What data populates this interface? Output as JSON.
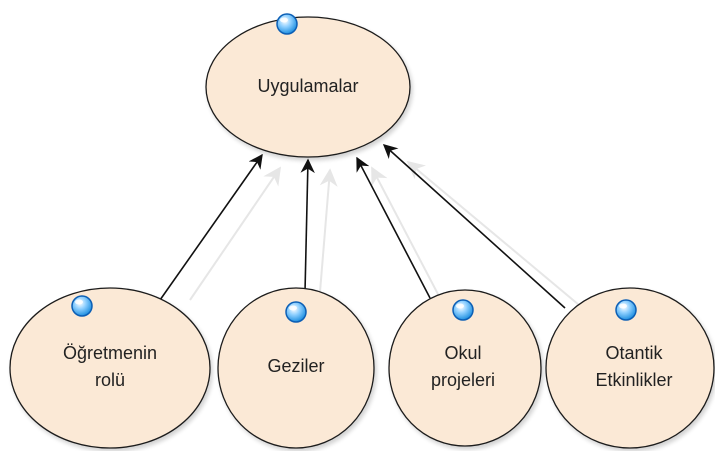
{
  "diagram": {
    "root": {
      "label_lines": [
        "Uygulamalar"
      ]
    },
    "children": [
      {
        "id": "ogretmenin-rolu",
        "label_lines": [
          "Öğretmenin",
          "rolü"
        ]
      },
      {
        "id": "geziler",
        "label_lines": [
          "Geziler"
        ]
      },
      {
        "id": "okul-projeleri",
        "label_lines": [
          "Okul",
          "projeleri"
        ]
      },
      {
        "id": "otantik-etkinlikler",
        "label_lines": [
          "Otantik",
          "Etkinlikler"
        ]
      }
    ],
    "colors": {
      "node_fill": "#fbe9d6",
      "node_stroke": "#1a1a1a",
      "arrow": "#111111",
      "arrow_shadow": "#e6e6e6",
      "dot_center": "#e8f6ff",
      "dot_edge": "#1f8fe0",
      "dot_ring": "#0b5fb5"
    }
  }
}
